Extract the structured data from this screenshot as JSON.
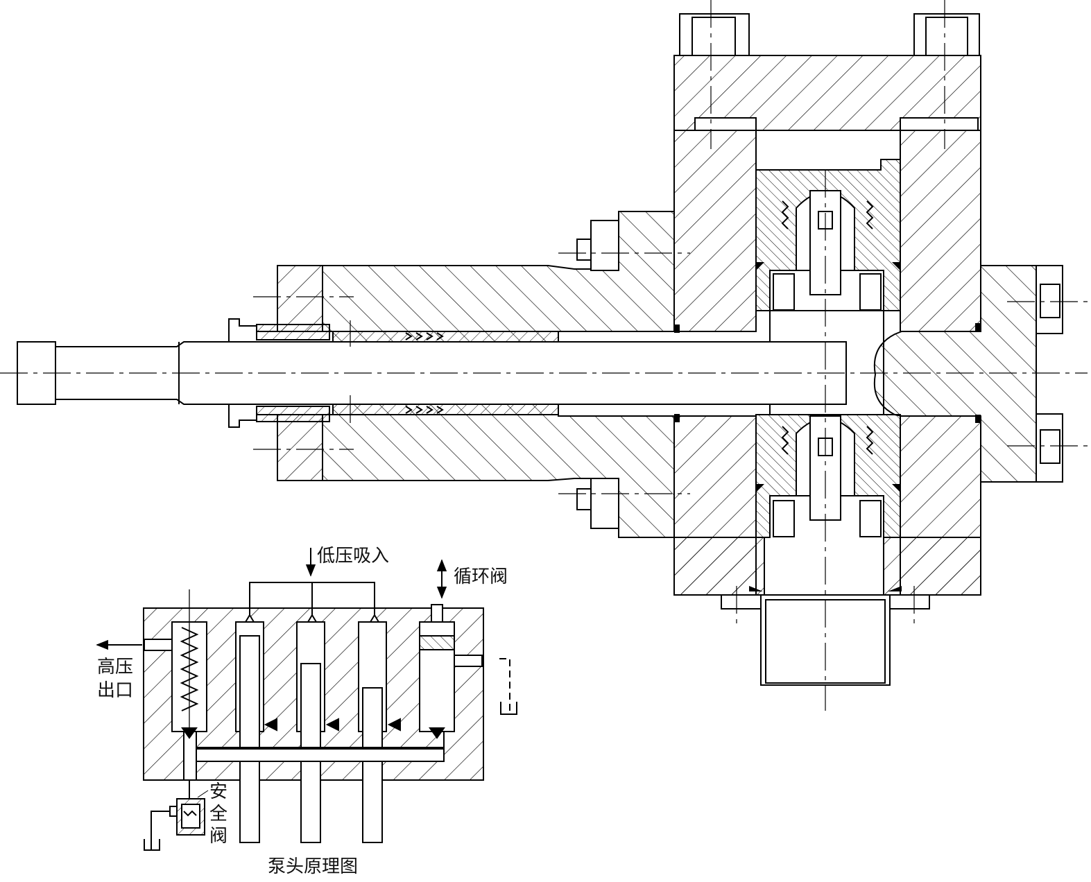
{
  "labels": {
    "suction": "低压吸入",
    "circulation_valve": "循环阀",
    "high_pressure_outlet": "高压\n出口",
    "safety_valve": "安\n全\n阀",
    "caption": "泵头原理图"
  }
}
